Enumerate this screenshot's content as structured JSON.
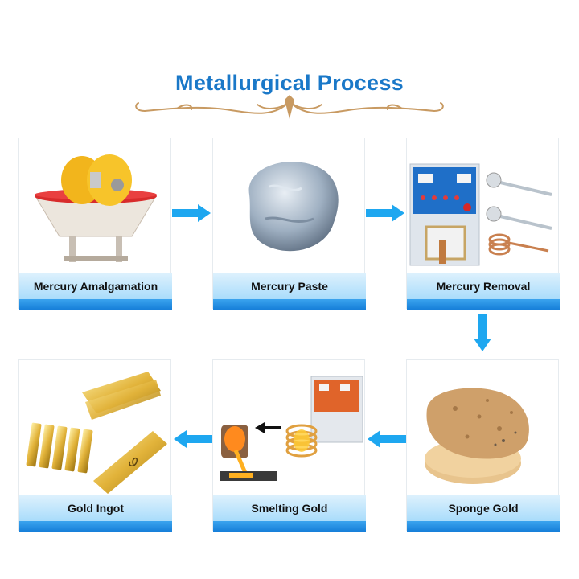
{
  "title": "Metallurgical Process",
  "steps": [
    {
      "label": "Mercury Amalgamation",
      "icon": "wet-pan-mill-icon"
    },
    {
      "label": "Mercury Paste",
      "icon": "mercury-paste-icon"
    },
    {
      "label": "Mercury Removal",
      "icon": "induction-heater-icon"
    },
    {
      "label": "Sponge Gold",
      "icon": "sponge-gold-icon"
    },
    {
      "label": "Smelting Gold",
      "icon": "smelting-furnace-icon"
    },
    {
      "label": "Gold Ingot",
      "icon": "gold-ingot-icon"
    }
  ],
  "colors": {
    "title": "#1a78c8",
    "arrow": "#1ea7f0",
    "strip": "#167fd9",
    "ornament": "#c89a62"
  }
}
